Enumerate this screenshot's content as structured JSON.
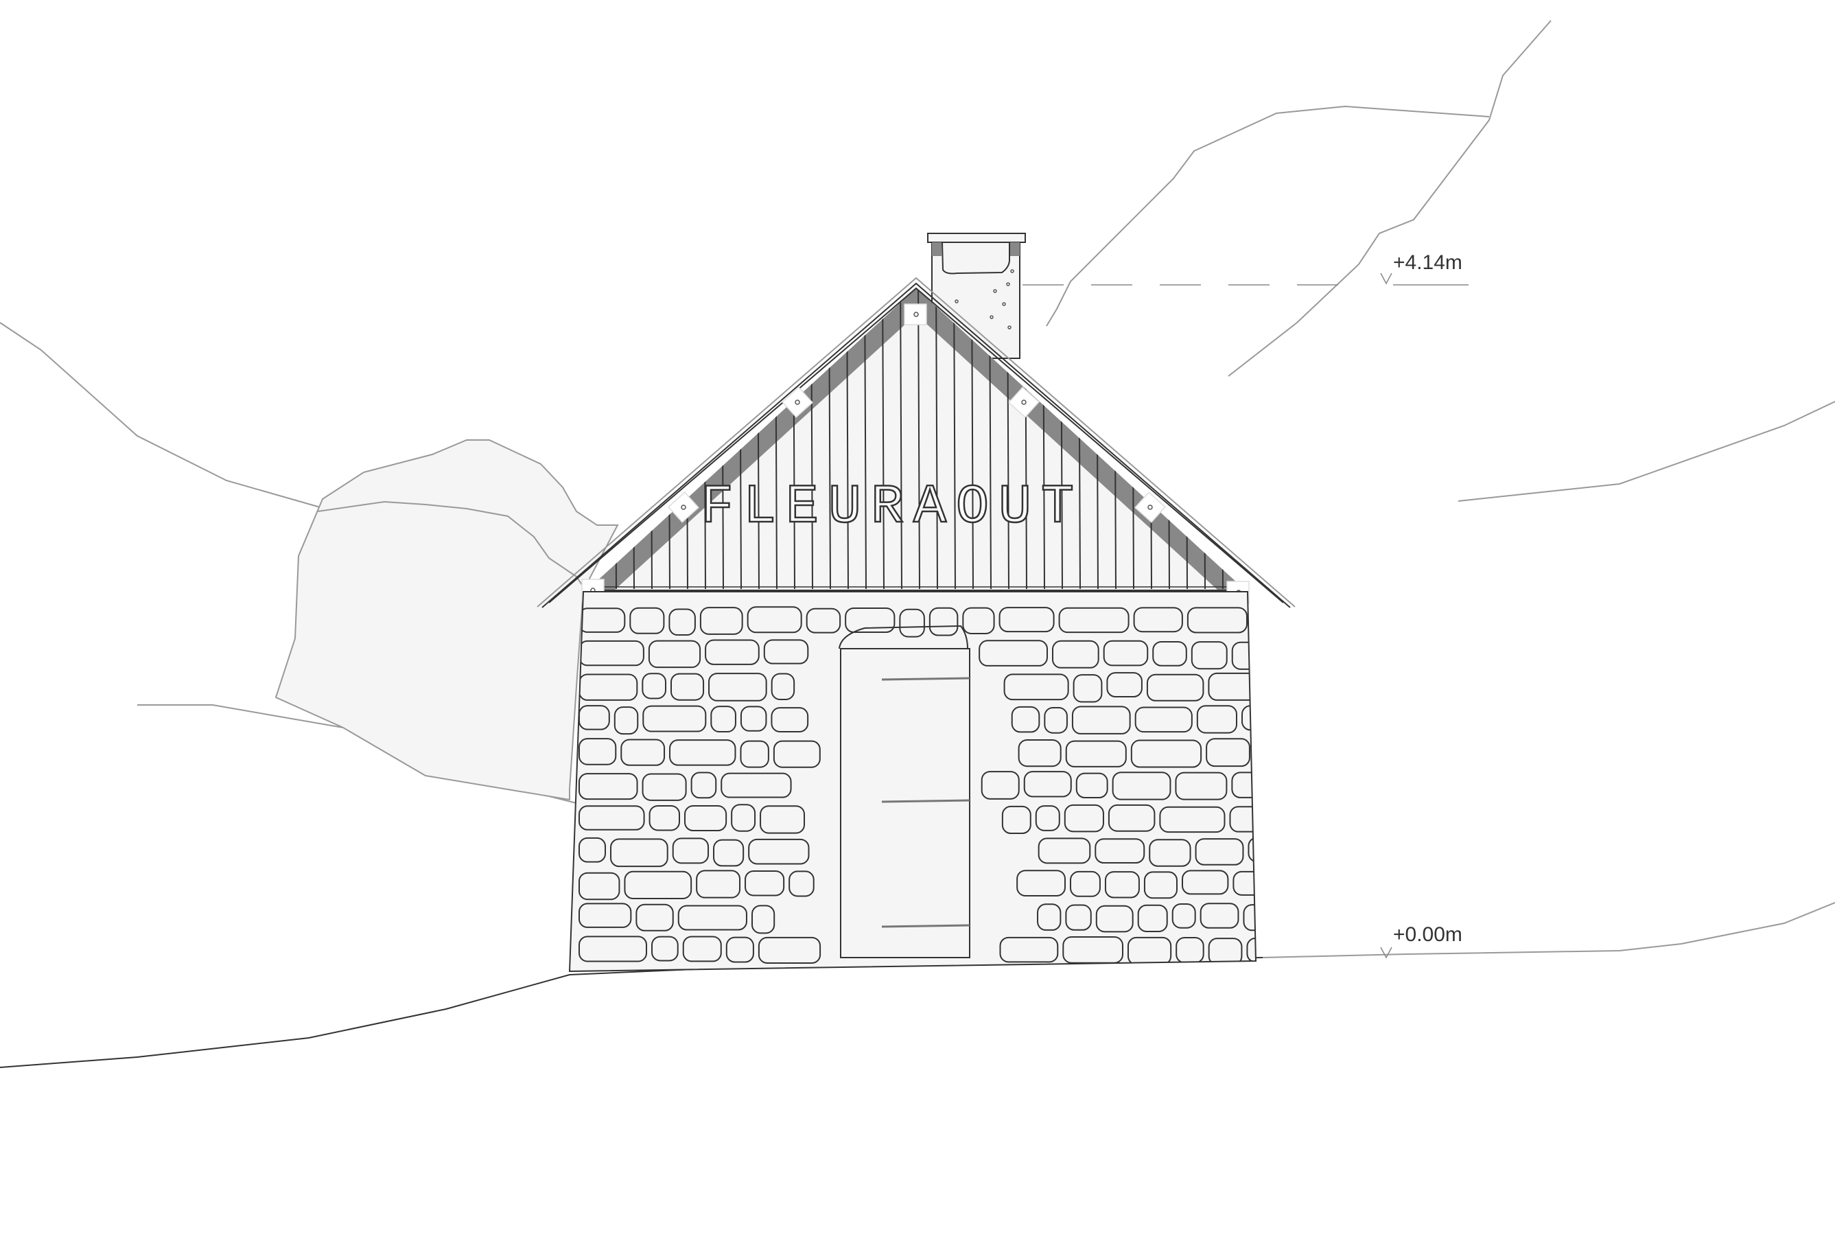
{
  "drawing": {
    "type": "architectural-elevation",
    "building_sign": "FLEURAOUT",
    "colors": {
      "line": "#333333",
      "terrain_line": "#999999",
      "fill_light": "#f5f5f5",
      "fill_dark": "#888888",
      "background": "#ffffff"
    }
  },
  "levels": [
    {
      "label": "+4.14m",
      "name": "ridge-level"
    },
    {
      "label": "+0.00m",
      "name": "ground-level"
    }
  ]
}
